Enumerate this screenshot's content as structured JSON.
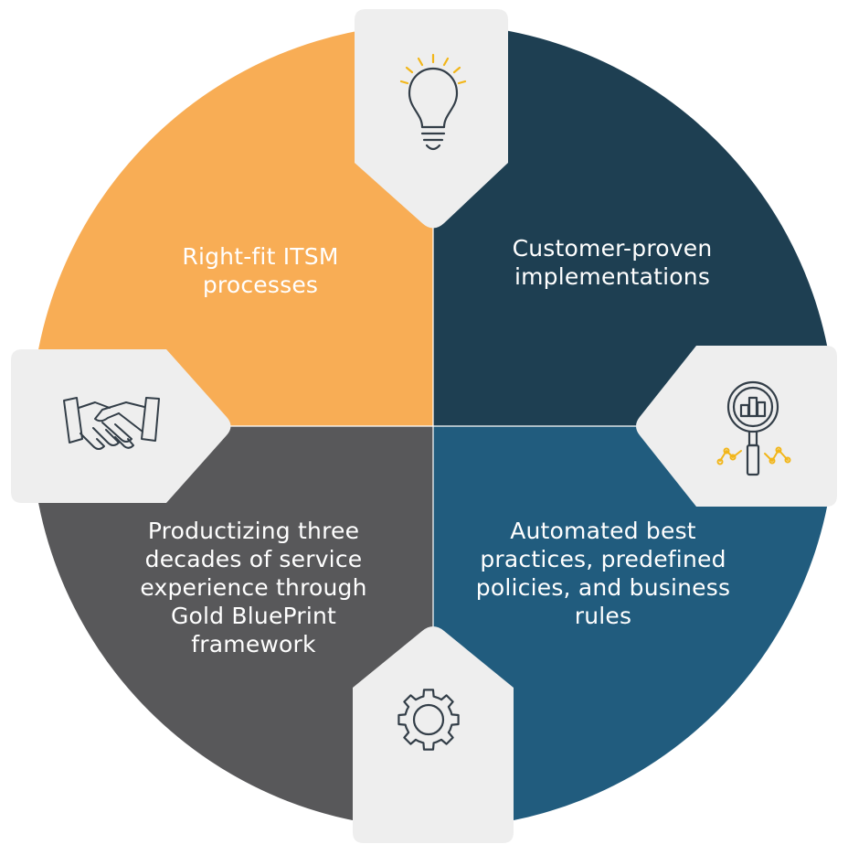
{
  "colors": {
    "orange": "#f8ad55",
    "navy": "#1e3f52",
    "gray": "#58585a",
    "blue": "#215c7e",
    "arrow": "#eeeeee",
    "icon_stroke": "#333e48",
    "icon_accent": "#f2b619"
  },
  "quadrants": [
    {
      "id": "top-left",
      "color": "orange",
      "lines": [
        "Right-fit ITSM",
        "processes"
      ]
    },
    {
      "id": "top-right",
      "color": "navy",
      "lines": [
        "Customer-proven",
        "implementations"
      ]
    },
    {
      "id": "bottom-left",
      "color": "gray",
      "lines": [
        "Productizing three",
        "decades of service",
        "experience through",
        "Gold BluePrint",
        "framework"
      ]
    },
    {
      "id": "bottom-right",
      "color": "blue",
      "lines": [
        "Automated best",
        "practices, predefined",
        "policies, and business",
        "rules"
      ]
    }
  ],
  "icons": {
    "top": "lightbulb-icon",
    "left": "handshake-icon",
    "right": "magnifier-analytics-icon",
    "bottom": "gear-icon"
  }
}
